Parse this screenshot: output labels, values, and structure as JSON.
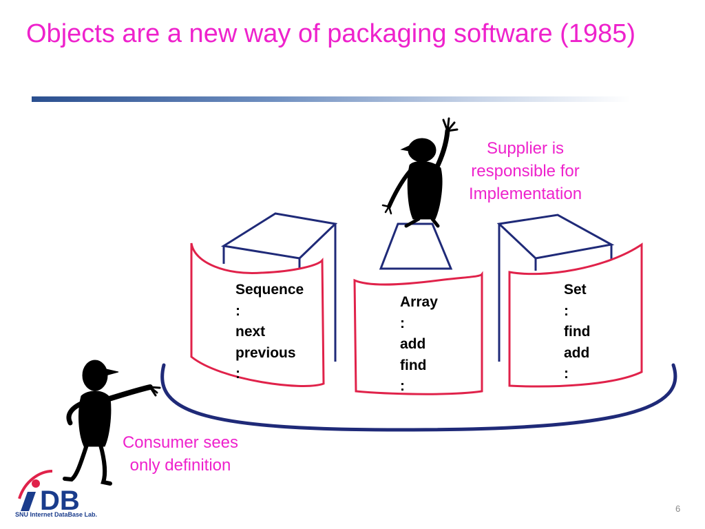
{
  "slide": {
    "title": "Objects are a new way of packaging software (1985)",
    "page_number": "6"
  },
  "boxes": [
    {
      "lines": [
        "Sequence",
        ":",
        "next",
        "previous",
        ":"
      ]
    },
    {
      "lines": [
        "Array",
        ":",
        "add",
        "find",
        ":"
      ]
    },
    {
      "lines": [
        "Set",
        ":",
        "find",
        "add",
        ":"
      ]
    }
  ],
  "captions": {
    "supplier": [
      "Supplier is",
      "responsible for",
      "Implementation"
    ],
    "consumer": [
      "Consumer sees",
      "only definition"
    ]
  },
  "logo": {
    "text": "DB",
    "subtitle": "SNU Internet DataBase Lab."
  },
  "colors": {
    "title": "#ee22cc",
    "caption": "#ee22cc",
    "box_front": "#e0224a",
    "box_back": "#1f2a78",
    "platform": "#1f2a78"
  }
}
